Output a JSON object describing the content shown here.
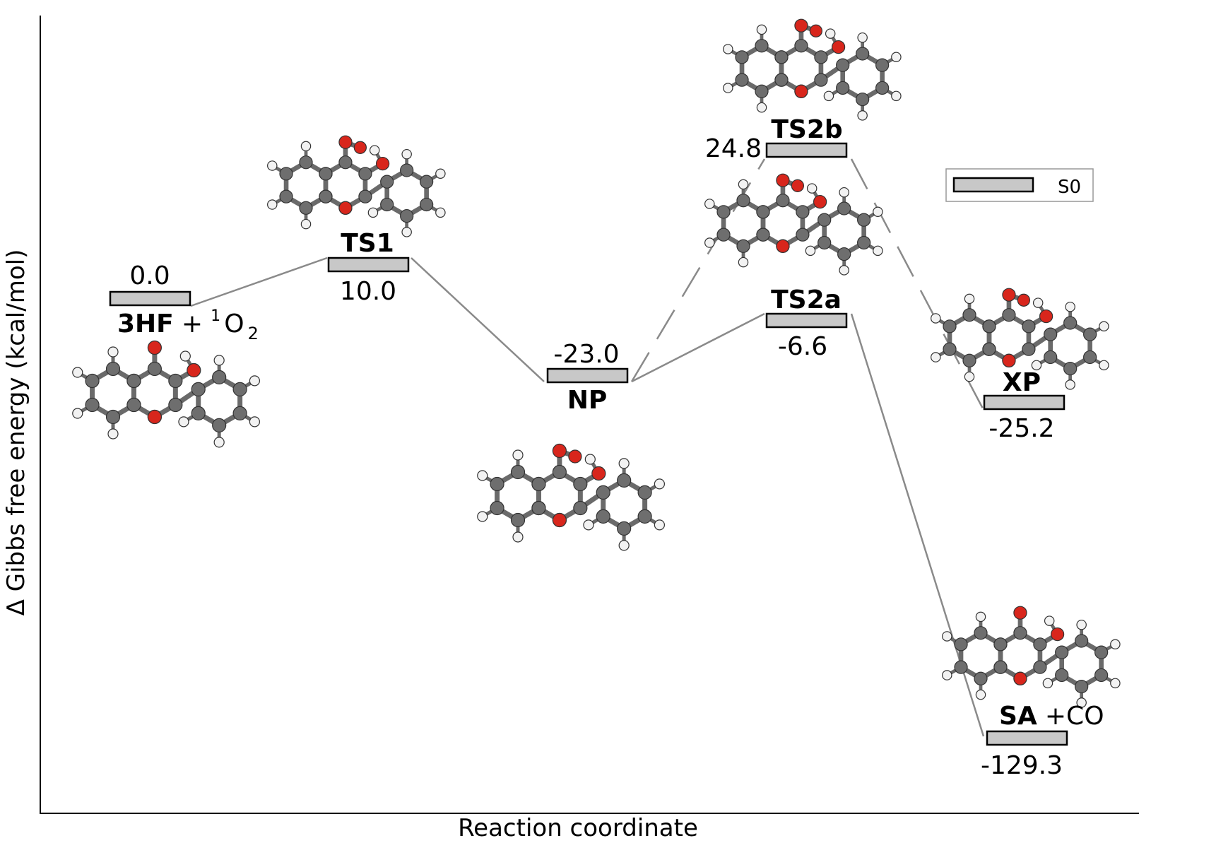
{
  "axes": {
    "xlabel": "Reaction coordinate",
    "ylabel": "Δ Gibbs free energy (kcal/mol)"
  },
  "legend": {
    "label": "S0",
    "fill": "#c8c8c8"
  },
  "colors": {
    "level_fill": "#c8c8c8",
    "connector": "#8a8a8a",
    "carbon": "#6e6e6e",
    "oxygen": "#d8261c",
    "hydrogen": "#f2f2f2"
  },
  "states": {
    "s3hf": {
      "name": "3HF",
      "plus": "+",
      "coreactant_sup": "1",
      "coreactant": "O",
      "coreactant_sub": "2",
      "energy": "0.0"
    },
    "ts1": {
      "name": "TS1",
      "energy": "10.0"
    },
    "np": {
      "name": "NP",
      "energy": "-23.0"
    },
    "ts2a": {
      "name": "TS2a",
      "energy": "-6.6"
    },
    "ts2b": {
      "name": "TS2b",
      "energy": "24.8"
    },
    "xp": {
      "name": "XP",
      "energy": "-25.2"
    },
    "sa": {
      "name": "SA",
      "coproduct": "+CO",
      "energy": "-129.3"
    }
  },
  "molecule_icons": [
    "3hf-structure-icon",
    "ts1-structure-icon",
    "np-structure-icon",
    "ts2b-structure-icon",
    "ts2a-structure-icon",
    "xp-structure-icon",
    "sa-structure-icon"
  ]
}
